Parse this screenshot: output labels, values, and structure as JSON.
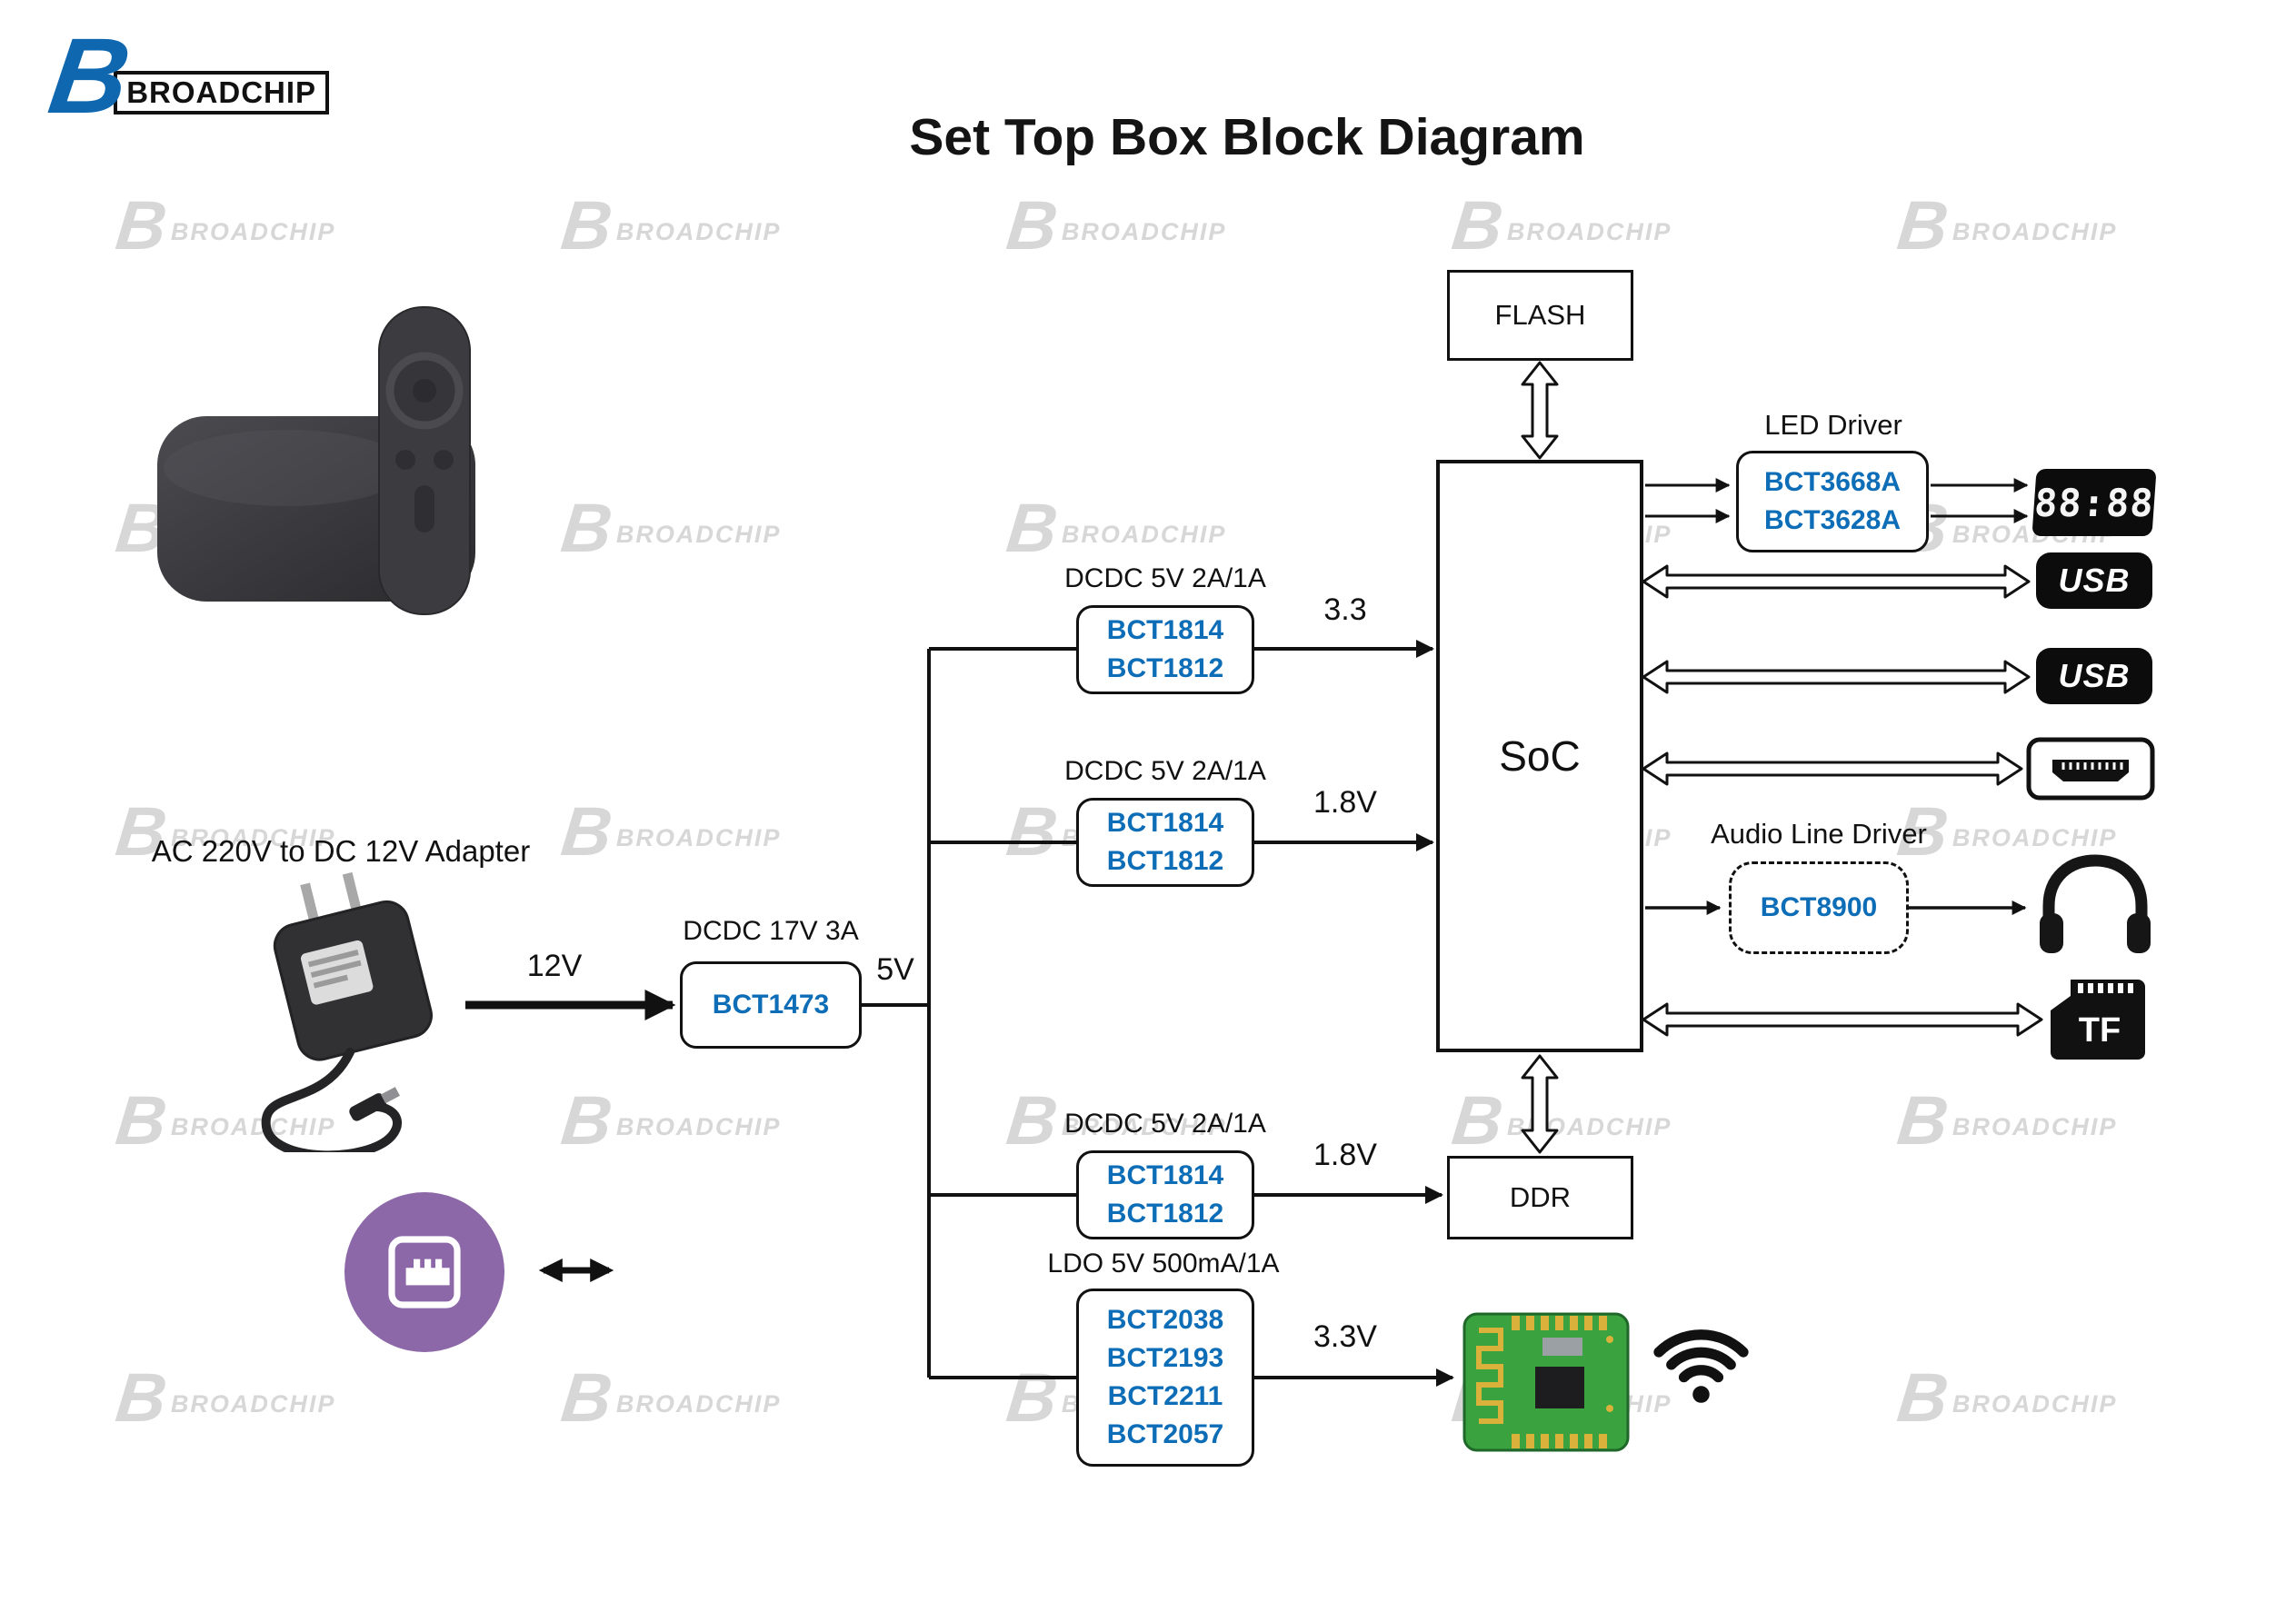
{
  "title": "Set Top Box Block Diagram",
  "logo": {
    "letter": "B",
    "brand": "BROADCHIP"
  },
  "watermark": {
    "letter": "B",
    "text": "BROADCHIP"
  },
  "colors": {
    "part_number_blue": "#0d6db7",
    "ethernet_purple": "#8d68a8"
  },
  "adapter_caption": "AC 220V to DC 12V Adapter",
  "system": {
    "flash": "FLASH",
    "soc": "SoC",
    "ddr": "DDR"
  },
  "power": {
    "main": {
      "title": "DCDC 17V 3A",
      "parts": [
        "BCT1473"
      ],
      "in_label": "12V",
      "out_label": "5V"
    },
    "rail_3v3": {
      "title": "DCDC 5V 2A/1A",
      "parts": [
        "BCT1814",
        "BCT1812"
      ],
      "out_label": "3.3"
    },
    "rail_1v8_soc": {
      "title": "DCDC 5V 2A/1A",
      "parts": [
        "BCT1814",
        "BCT1812"
      ],
      "out_label": "1.8V"
    },
    "rail_1v8_ddr": {
      "title": "DCDC 5V 2A/1A",
      "parts": [
        "BCT1814",
        "BCT1812"
      ],
      "out_label": "1.8V"
    },
    "rail_wifi": {
      "title": "LDO 5V 500mA/1A",
      "parts": [
        "BCT2038",
        "BCT2193",
        "BCT2211",
        "BCT2057"
      ],
      "out_label": "3.3V"
    }
  },
  "peripherals": {
    "led_driver": {
      "title": "LED Driver",
      "parts": [
        "BCT3668A",
        "BCT3628A"
      ]
    },
    "audio_driver": {
      "title": "Audio Line Driver",
      "parts": [
        "BCT8900"
      ]
    },
    "display_text": "88:88",
    "usb_text": "USB",
    "tf_text": "TF"
  }
}
